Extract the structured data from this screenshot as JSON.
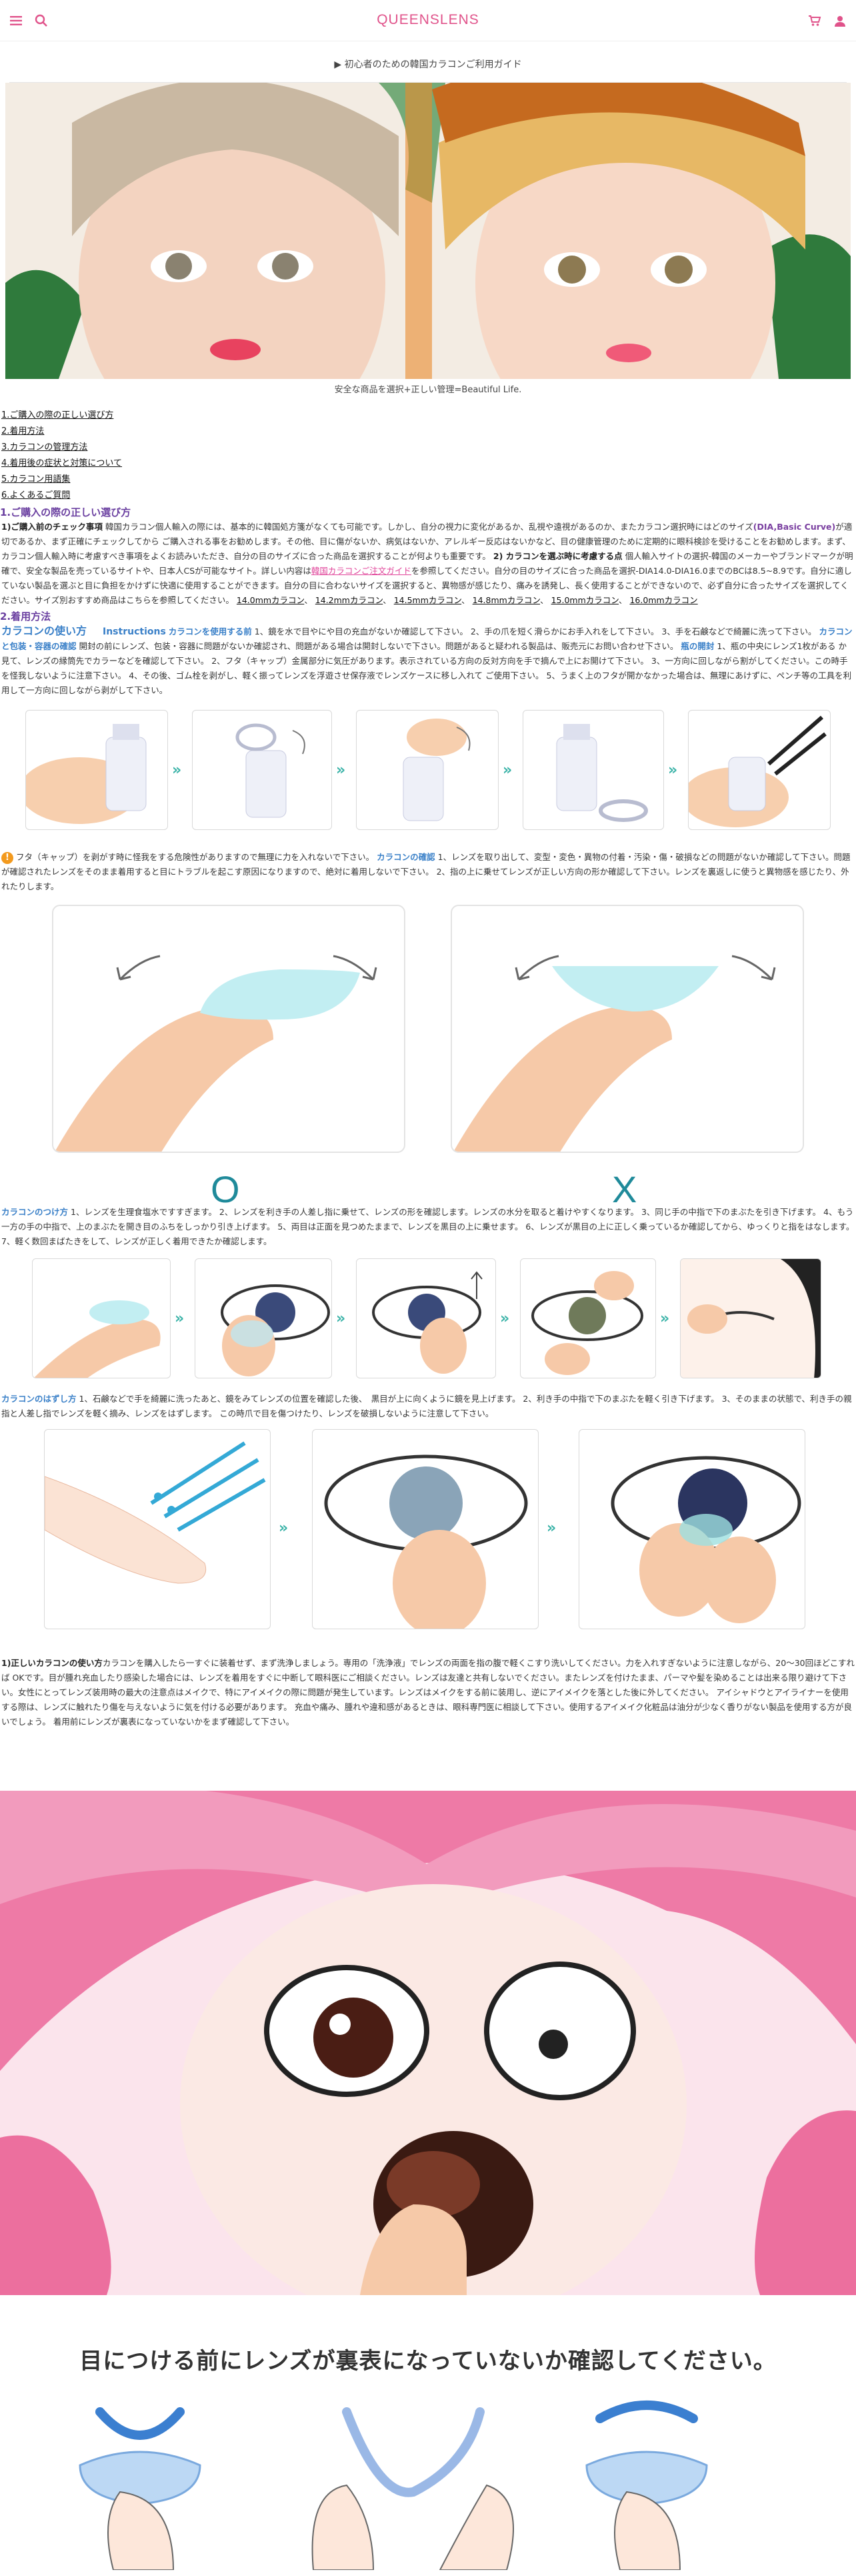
{
  "header": {
    "brand": "QUEENSLENS",
    "menu_icon": "hamburger-menu-icon",
    "search_icon": "search-icon",
    "cart_icon": "cart-icon",
    "user_icon": "user-icon",
    "accent": "#e0528a"
  },
  "guide_link": "▶ 初心者のための韓国カラコンご利用ガイド",
  "hero": {
    "caption": "安全な商品を選択+正しい管理=Beautiful Life."
  },
  "toc": [
    "1.ご購入の際の正しい選び方",
    "2.着用方法",
    "3.カラコンの管理方法",
    "4.着用後の症状と対策について",
    "5.カラコン用語集",
    "6.よくあるご質問"
  ],
  "section1": {
    "title": "1.ご購入の際の正しい選び方",
    "lead": "1)ご購入前のチェック事項",
    "text1": "韓国カラコン個人輸入の際には、基本的に韓国処方箋がなくても可能です。しかし、自分の視力に変化があるか、乱視や遠視があるのか、またカラコン選択時にはどのサイズ",
    "highlight1": "(DIA,Basic Curve)",
    "text2": "が適切であるか、まず正確にチェックしてから ご購入される事をお勧めします。その他、目に傷がないか、病気はないか、アレルギー反応はないかなど、目の健康管理のために定期的に眼科検診を受けることをお勧めします。まず、カラコン個人輸入時に考慮すべき事項をよくお読みいただき、自分の目のサイズに合った商品を選択することが何よりも重要です。",
    "lead2": "2) カラコンを選ぶ時に考慮する点",
    "text3": "個人輸入サイトの選択-韓国のメーカーやブランドマークが明確で、安全な製品を売っているサイトや、日本人CSが可能なサイト。詳しい内容は",
    "link1": "韓国カラコンご注文ガイド",
    "text4": "を参照してください。自分の目のサイズに合った商品を選択-DIA14.0-DIA16.0までのBCは8.5~8.9です。自分に適していない製品を選ぶと目に負担をかけずに快適に使用することができます。自分の目に合わないサイズを選択すると、異物感が感じたり、痛みを誘発し、長く使用することができないので、必ず自分に合ったサイズを選択してください。サイズ別おすすめ商品はこちらを参照してください。",
    "sizes": [
      "14.0mmカラコン",
      "14.2mmカラコン",
      "14.5mmカラコン",
      "14.8mmカラコン",
      "15.0mmカラコン",
      "16.0mmカラコン"
    ]
  },
  "section2": {
    "title": "2.着用方法",
    "subtitle": "カラコンの使い方",
    "instr_label": "Instructions",
    "instr_text": "カラコンを使用する前",
    "text1": " 1、鏡を水で目やにや目の充血がないか確認して下さい。 2、手の爪を短く滑らかにお手入れをして下さい。 3、手を石鹸などで綺麗に洗って下さい。",
    "check_label": "カラコンと包装・容器の確認",
    "text2": "開封の前にレンズ、包装・容器に問題がないか確認され、問題がある場合は開封しないで下さい。問題があると疑われる製品は、販売元にお問い合わせ下さい。",
    "open_label": "瓶の開封",
    "text3": "1、瓶の中央にレンズ1枚がある か見て、レンズの縁筒先でカラーなどを確認して下さい。 2、フタ（キャップ）金属部分に気圧があります。表示されている方向の反対方向を手で摘んで上にお開けて下さい。 3、一方向に回しながら割がしてください。この時手を怪我しないように注意下さい。 4、その後、ゴム栓を剥がし、軽く振ってレンズを浮遊させ保存液でレンズケースに移し入れて ご使用下さい。 5、うまく上のフタが開かなかった場合は、無理にあけずに、ペンチ等の工具を利用して一方向に回しながら剥がして下さい。"
  },
  "caution": {
    "icon": "warning-icon",
    "text1": "フタ（キャップ）を剥がす時に怪我をする危険性がありますので無理に力を入れないで下さい。",
    "check_label": "カラコンの確認",
    "text2": " 1、レンズを取り出して、変型・変色・異物の付着・汚染・傷・破損などの問題がないか確認して下さい。問題が確認されたレンズをそのまま着用すると目にトラブルを起こす原因になりますので、絶対に着用しないで下さい。 2、指の上に乗せてレンズが正しい方向の形か確認して下さい。レンズを裏返しに使うと異物感を感じたり、外れたりします。"
  },
  "ox": {
    "good": "O",
    "bad": "X"
  },
  "wear": {
    "label": "カラコンのつけ方",
    "text": " 1、レンズを生理食塩水ですすぎます。 2、レンズを利き手の人差し指に乗せて、レンズの形を確認します。レンズの水分を取ると着けやすくなります。 3、同じ手の中指で下のまぶたを引き下げます。 4、もう一方の手の中指で、上のまぶたを開き目のふちをしっかり引き上げます。 5、両目は正面を見つめたままで、レンズを黒目の上に乗せます。 6、レンズが黒目の上に正しく乗っているか確認してから、ゆっくりと指をはなします。 7、軽く数回まばたきをして、レンズが正しく着用できたか確認します。"
  },
  "remove": {
    "label": "カラコンのはずし方",
    "text": " 1、石鹸などで手を綺麗に洗ったあと、鏡をみてレンズの位置を確認した後、　黒目が上に向くように鏡を見上げます。 2、利き手の中指で下のまぶたを軽く引き下げます。 3、そのままの状態で、利き手の親指と人差し指でレンズを軽く摘み、レンズをはずします。 この時爪で目を傷つけたり、レンズを破損しないように注意して下さい。"
  },
  "correct_use": {
    "label": "1)正しいカラコンの使い方",
    "text": "カラコンを購入したら一すぐに装着せず、まず洗浄しましょう。専用の「洗浄液」でレンズの両面を指の腹で軽くこすり洗いしてください。力を入れすぎないように注意しながら、20～30回ほどこすれば OKです。目が腫れ充血したり感染した場合には、レンズを着用をすぐに中断して眼科医にご相談ください。レンズは友達と共有しないでください。またレンズを付けたまま、パーマや髪を染めることは出来る限り避けて下さい。女性にとってレンズ装用時の最大の注意点はメイクで、特にアイメイクの際に問題が発生しています。レンズはメイクをする前に装用し、逆にアイメイクを落とした後に外してください。 アイシャドウとアイライナーを使用する際は、レンズに触れたり傷を与えないように気を付ける必要があります。 充血や痛み、腫れや違和感があるときは、眼科専門医に相談して下さい。使用するアイメイク化粧品は油分が少なく香りがない製品を使用する方が良いでしょう。 着用前にレンズが裏表になっていないかをまず確認して下さい。"
  },
  "bottom": {
    "title": "目につける前にレンズが裏表になっていないか確認してください。"
  }
}
